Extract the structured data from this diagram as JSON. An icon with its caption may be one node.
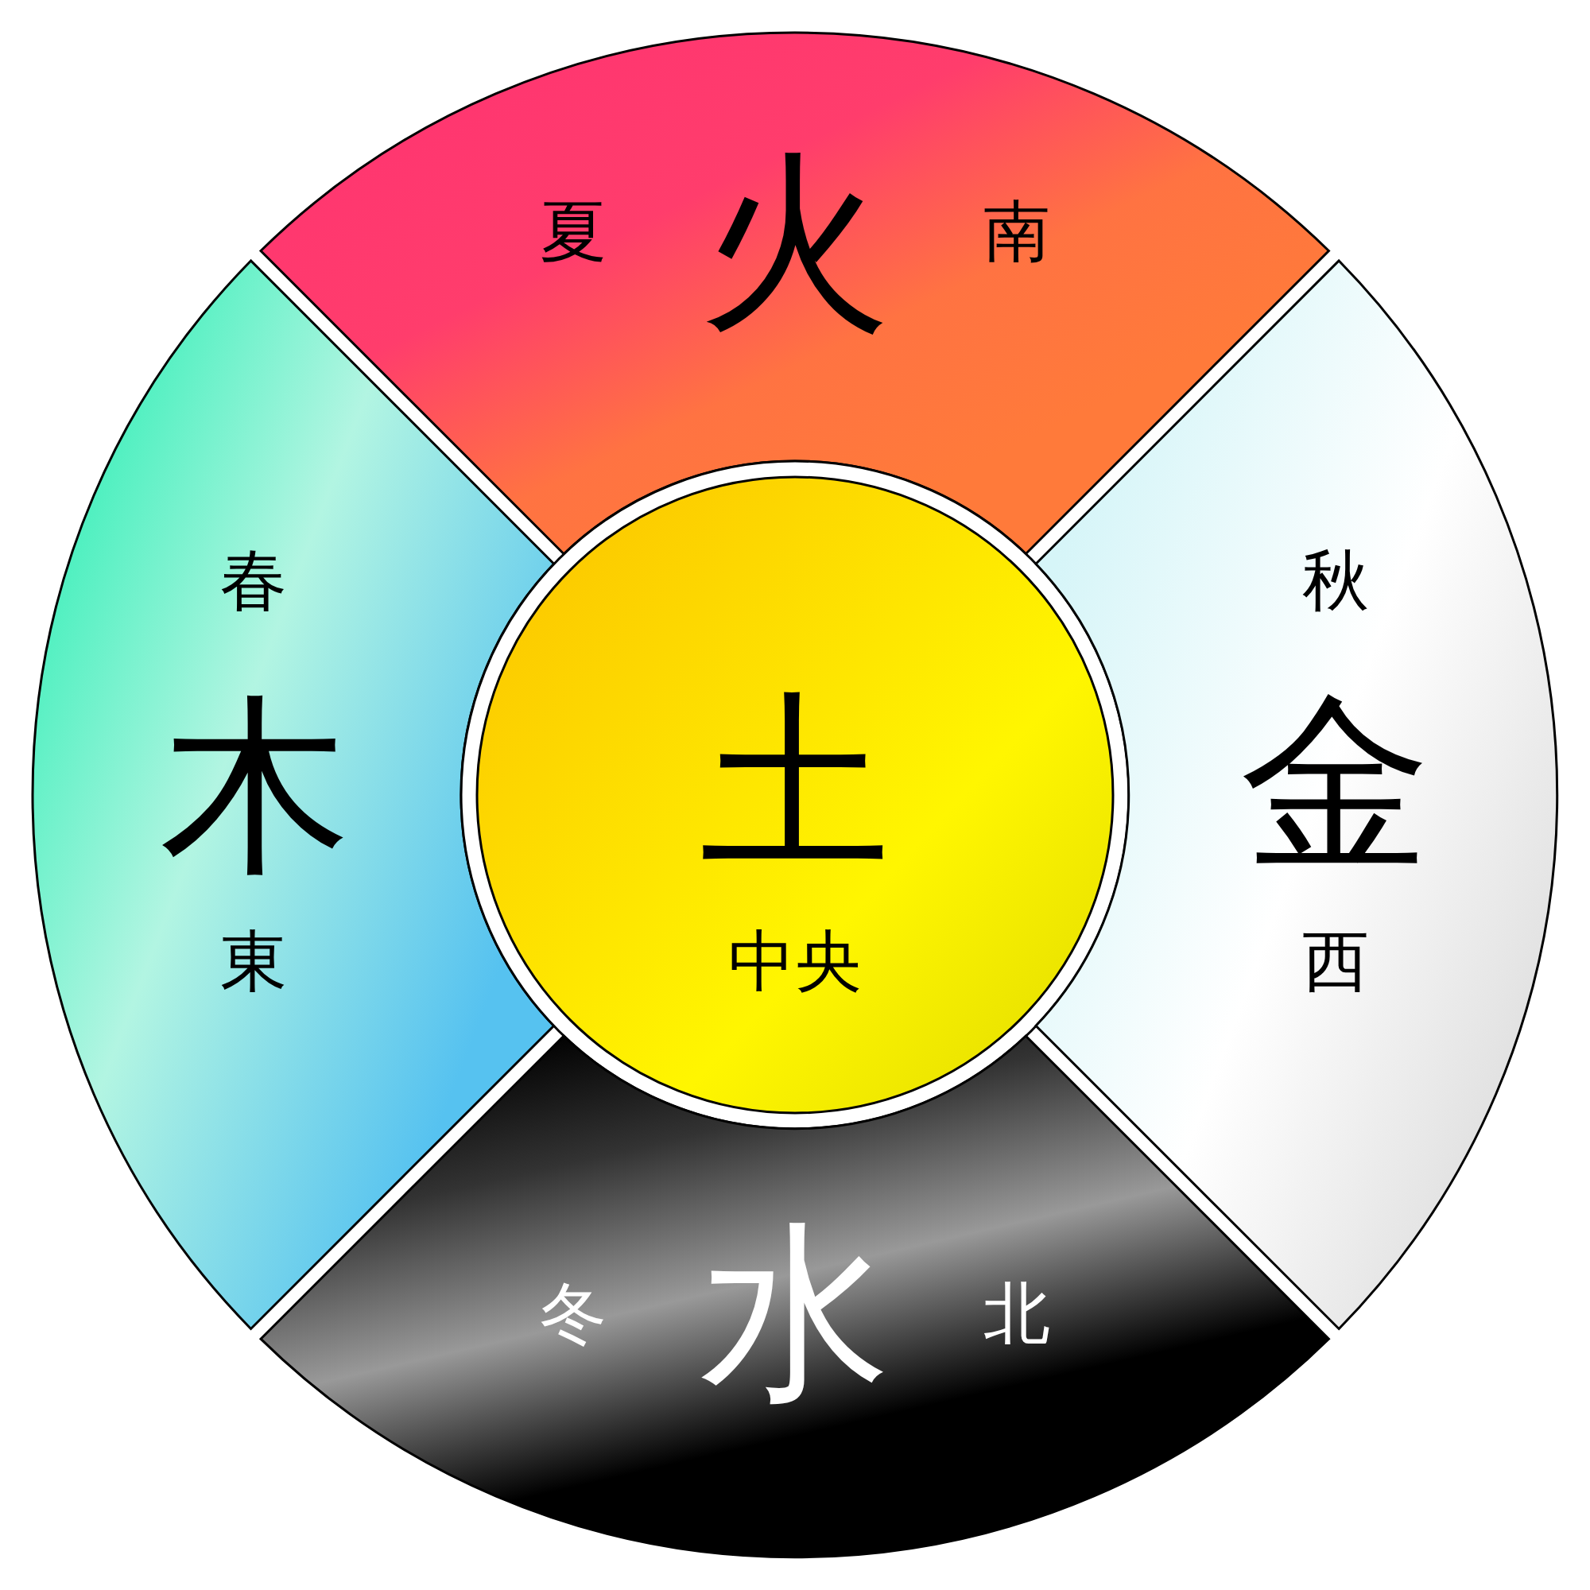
{
  "diagram": {
    "nodes": [
      {
        "text": [
          "夏",
          "火",
          "南"
        ]
      },
      {
        "text": [
          "春",
          "木",
          "東"
        ]
      },
      {
        "text": [
          "土",
          "中央"
        ]
      },
      {
        "text": [
          "秋",
          "金",
          "西"
        ]
      },
      {
        "text": [
          "冬",
          "水",
          "北"
        ]
      }
    ]
  }
}
